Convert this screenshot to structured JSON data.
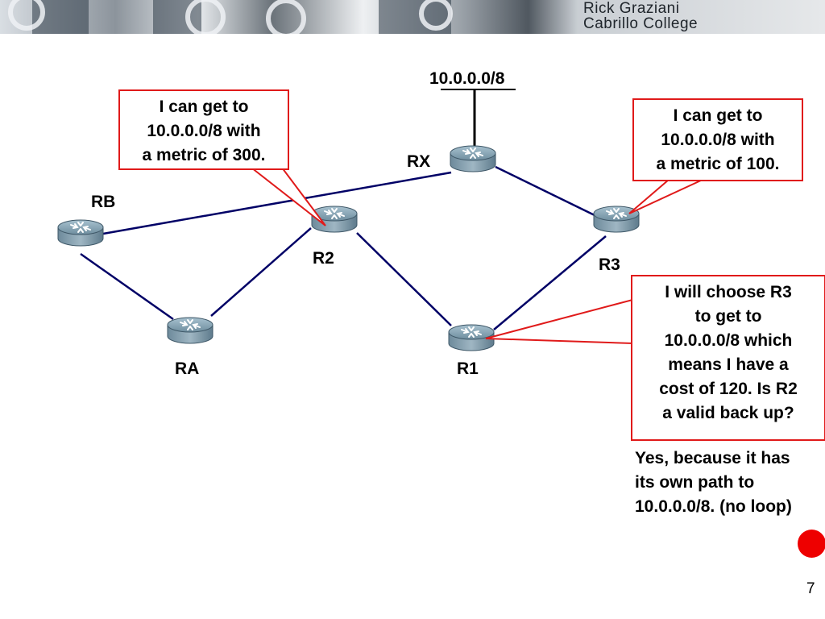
{
  "header": {
    "author": "Rick Graziani",
    "institution": "Cabrillo College"
  },
  "network": {
    "label": "10.0.0.0/8"
  },
  "routers": {
    "rx": "RX",
    "rb": "RB",
    "r2": "R2",
    "r3": "R3",
    "ra": "RA",
    "r1": "R1"
  },
  "callouts": {
    "r2_metric": "I can get to\n10.0.0.0/8 with\na metric of 300.",
    "r3_metric": "I can get to\n10.0.0.0/8 with\na metric of 100.",
    "r1_choice": "I will choose R3\nto get to\n10.0.0.0/8 which\nmeans I have a\ncost of 120. Is R2\na valid back up?"
  },
  "answer": "Yes, because it has its own path to 10.0.0.0/8. (no loop)",
  "slide_number": "7",
  "colors": {
    "link": "#000066",
    "callout_border": "#e01a1a",
    "pointer_dot": "#ee0000"
  }
}
